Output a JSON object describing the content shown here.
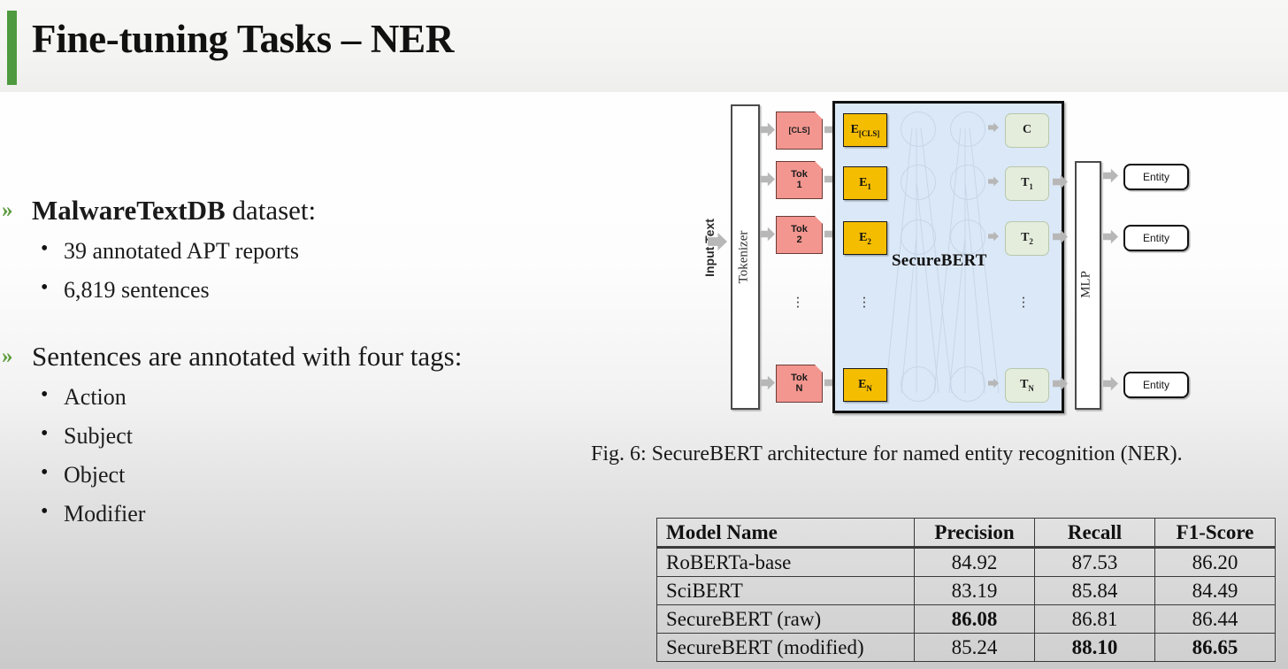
{
  "slide": {
    "title": "Fine-tuning Tasks – NER",
    "accent_color": "#4e9a3e"
  },
  "bullets": [
    {
      "chevron": "»",
      "bold_text": "MalwareTextDB",
      "rest_text": " dataset:",
      "children": [
        {
          "dot": "•",
          "text": "39 annotated APT reports"
        },
        {
          "dot": "•",
          "text": "6,819 sentences"
        }
      ]
    },
    {
      "chevron": "»",
      "bold_text": "",
      "rest_text": "Sentences are annotated with four tags:",
      "children": [
        {
          "dot": "•",
          "text": "Action"
        },
        {
          "dot": "•",
          "text": "Subject"
        },
        {
          "dot": "•",
          "text": "Object"
        },
        {
          "dot": "•",
          "text": "Modifier"
        }
      ]
    }
  ],
  "figure": {
    "caption": "Fig. 6: SecureBERT architecture for named entity recognition (NER).",
    "input_label": "Input Text",
    "tokenizer_label": "Tokenizer",
    "mlp_label": "MLP",
    "bert_label": "SecureBERT",
    "tokens": [
      {
        "line1": "[CLS]",
        "line2": ""
      },
      {
        "line1": "Tok",
        "line2": "1"
      },
      {
        "line1": "Tok",
        "line2": "2"
      },
      {
        "line1": "Tok",
        "line2": "N"
      }
    ],
    "embeddings": [
      {
        "base": "E",
        "sub": "[CLS]"
      },
      {
        "base": "E",
        "sub": "1"
      },
      {
        "base": "E",
        "sub": "2"
      },
      {
        "base": "E",
        "sub": "N"
      }
    ],
    "outputs": [
      {
        "base": "C",
        "sub": ""
      },
      {
        "base": "T",
        "sub": "1"
      },
      {
        "base": "T",
        "sub": "2"
      },
      {
        "base": "T",
        "sub": "N"
      }
    ],
    "entities": [
      "Entity",
      "Entity",
      "Entity"
    ],
    "ellipsis": "⋮",
    "colors": {
      "token_fill": "#f2968f",
      "embedding_fill": "#f5bd00",
      "output_fill": "#e4eddc",
      "panel_fill": "#dbe8f7",
      "arrow_fill": "#b7b7b7"
    }
  },
  "results_table": {
    "headers": [
      "Model Name",
      "Precision",
      "Recall",
      "F1-Score"
    ],
    "rows": [
      {
        "model": "RoBERTa-base",
        "precision": "84.92",
        "recall": "87.53",
        "f1": "86.20",
        "bold": {
          "precision": false,
          "recall": false,
          "f1": false
        }
      },
      {
        "model": "SciBERT",
        "precision": "83.19",
        "recall": "85.84",
        "f1": "84.49",
        "bold": {
          "precision": false,
          "recall": false,
          "f1": false
        }
      },
      {
        "model": "SecureBERT (raw)",
        "precision": "86.08",
        "recall": "86.81",
        "f1": "86.44",
        "bold": {
          "precision": true,
          "recall": false,
          "f1": false
        }
      },
      {
        "model": "SecureBERT (modified)",
        "precision": "85.24",
        "recall": "88.10",
        "f1": "86.65",
        "bold": {
          "precision": false,
          "recall": true,
          "f1": true
        }
      }
    ]
  }
}
